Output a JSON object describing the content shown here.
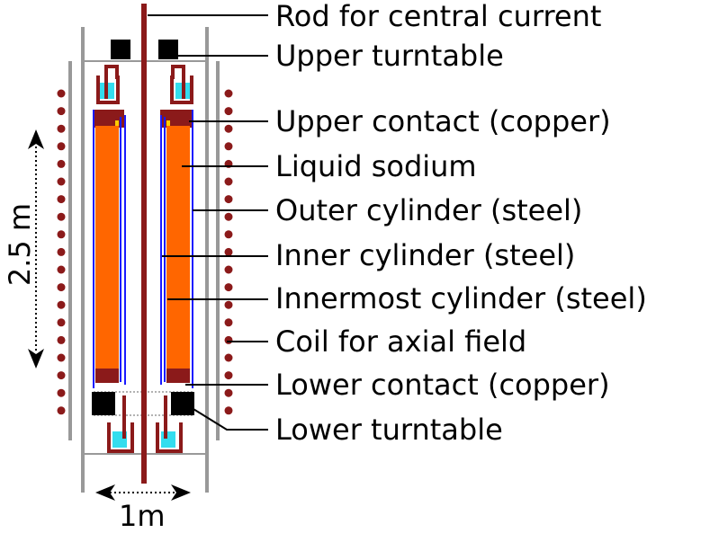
{
  "labels": [
    "Rod for central current",
    "Upper turntable",
    "Upper contact (copper)",
    "Liquid sodium",
    "Outer cylinder (steel)",
    "Inner cylinder (steel)",
    "Innermost cylinder (steel)",
    "Coil for axial field",
    "Lower contact (copper)",
    "Lower turntable"
  ],
  "dimensions": {
    "height": "2.5 m",
    "width": "1m"
  },
  "colors": {
    "rod": "#8b1a1a",
    "copper": "#8b1a1a",
    "sodium": "#ff6600",
    "steel": "#1a1aff",
    "coolant": "#33ddee",
    "turntable": "#000000",
    "frame": "#999999",
    "coil": "#8b1a1a"
  }
}
